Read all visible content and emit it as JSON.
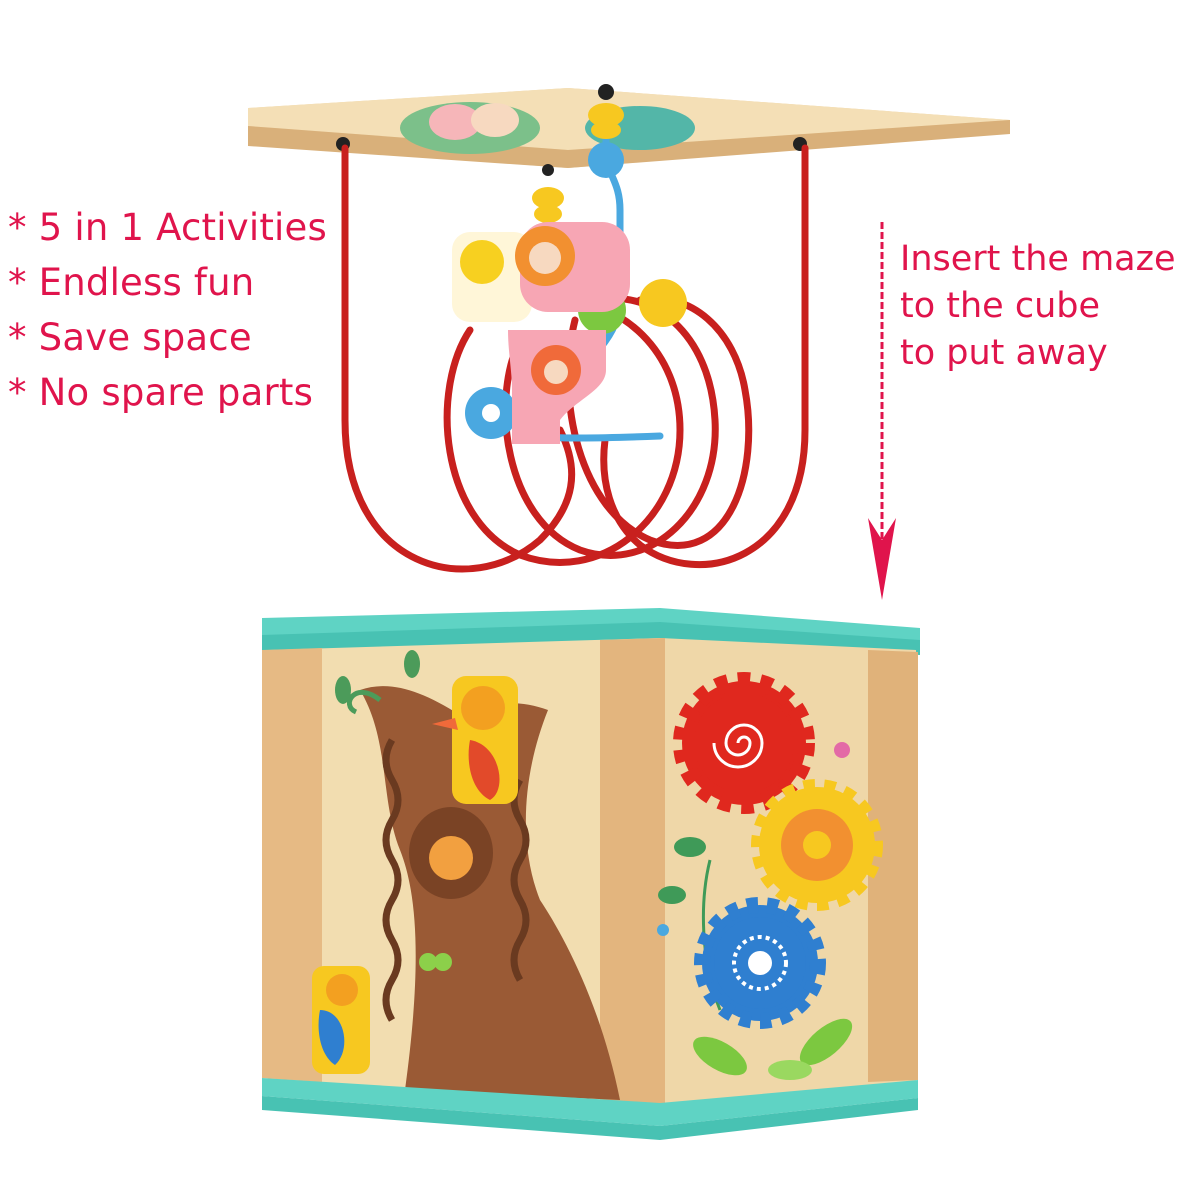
{
  "features": [
    "* 5 in 1 Activities",
    "* Endless fun",
    "* Save space",
    "* No spare parts"
  ],
  "instruction": {
    "line1": "Insert the maze",
    "line2": "to the cube",
    "line3": "to put away"
  },
  "colors": {
    "text_accent": "#e0144c",
    "wire_red": "#c8201e",
    "wire_blue": "#4aa8e0",
    "frame_teal": "#5fd3c4",
    "wood_light": "#efd5a4",
    "wood_post": "#e3b57e",
    "tree_brown": "#9a5a35",
    "gear_red": "#e0281e",
    "gear_yellow": "#f7c820",
    "gear_blue": "#2f7fd0"
  },
  "icons": {
    "arrow": "down-arrow-icon"
  }
}
